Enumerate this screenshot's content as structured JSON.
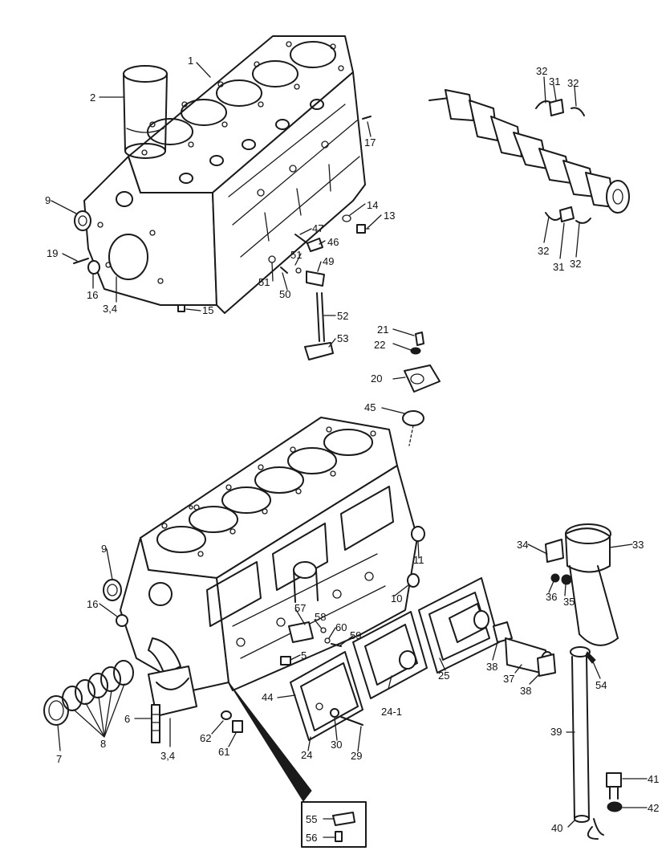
{
  "callouts": {
    "c1": "1",
    "c2": "2",
    "c9a": "9",
    "c19": "19",
    "c16a": "16",
    "c34a": "3,4",
    "c15": "15",
    "c17": "17",
    "c14": "14",
    "c13": "13",
    "c47": "47",
    "c46": "46",
    "c49": "49",
    "c51a": "51",
    "c51b": "51",
    "c50": "50",
    "c52": "52",
    "c53": "53",
    "c32a": "32",
    "c31a": "31",
    "c32b": "32",
    "c32c": "32",
    "c31b": "31",
    "c32d": "32",
    "c21": "21",
    "c22": "22",
    "c20": "20",
    "c45": "45",
    "c9b": "9",
    "c16b": "16",
    "c11": "11",
    "c10": "10",
    "c57": "57",
    "c58": "58",
    "c60": "60",
    "c59": "59",
    "c5": "5",
    "c25": "25",
    "c44": "44",
    "c241": "24-1",
    "c24": "24",
    "c30": "30",
    "c29": "29",
    "c62": "62",
    "c61": "61",
    "c6": "6",
    "c34b": "3,4",
    "c7": "7",
    "c8": "8",
    "c34": "34",
    "c33": "33",
    "c36": "36",
    "c35": "35",
    "c38a": "38",
    "c37": "37",
    "c38b": "38",
    "c54": "54",
    "c39": "39",
    "c41": "41",
    "c42": "42",
    "c40": "40",
    "c55": "55",
    "c56": "56"
  }
}
